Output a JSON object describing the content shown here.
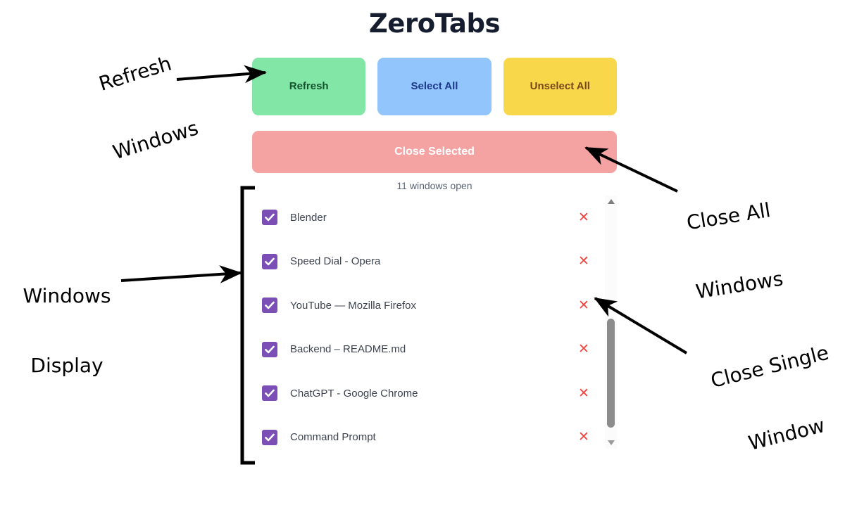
{
  "app": {
    "title": "ZeroTabs",
    "window_count_text": "11 windows open",
    "window_count": 11
  },
  "toolbar": {
    "refresh_label": "Refresh",
    "select_all_label": "Select All",
    "unselect_all_label": "Unselect All",
    "close_selected_label": "Close Selected",
    "colors": {
      "refresh_bg": "#81e6a6",
      "refresh_text": "#14532d",
      "select_all_bg": "#92c5fb",
      "select_all_text": "#1e3a8a",
      "unselect_all_bg": "#f8d84a",
      "unselect_all_text": "#784818",
      "close_selected_bg": "#f5a2a2",
      "close_selected_text": "#ffffff"
    }
  },
  "window_list": {
    "checkbox_color": "#7b4fb5",
    "close_icon_color": "#f0453f",
    "rows": [
      {
        "title": "Blender",
        "checked": true,
        "close_icon": "close-x-icon"
      },
      {
        "title": "Speed Dial - Opera",
        "checked": true,
        "close_icon": "close-x-icon"
      },
      {
        "title": "YouTube — Mozilla Firefox",
        "checked": true,
        "close_icon": "close-x-icon"
      },
      {
        "title": "Backend – README.md",
        "checked": true,
        "close_icon": "close-x-icon"
      },
      {
        "title": "ChatGPT - Google Chrome",
        "checked": true,
        "close_icon": "close-x-icon"
      },
      {
        "title": "Command Prompt",
        "checked": true,
        "close_icon": "close-x-icon"
      }
    ]
  },
  "scrollbar": {
    "up_arrow_icon": "triangle-up-icon",
    "down_arrow_icon": "triangle-down-icon",
    "thumb_icon": "scrollbar-thumb"
  },
  "annotations": [
    {
      "id": "refresh-windows",
      "line1": "Refresh",
      "line2": "Windows"
    },
    {
      "id": "windows-display",
      "line1": "Windows",
      "line2": "Display"
    },
    {
      "id": "close-all-windows",
      "line1": "Close All",
      "line2": "Windows"
    },
    {
      "id": "close-single-window",
      "line1": "Close Single",
      "line2": "Window"
    }
  ]
}
